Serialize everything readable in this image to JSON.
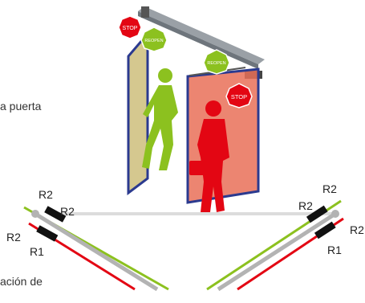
{
  "text_fragments": {
    "door_fragment": "a puerta",
    "activation_fragment": "ación de"
  },
  "signs": {
    "stop": "STOP",
    "reopen": "REOPEN"
  },
  "sensor_labels": {
    "left": {
      "r2_outer": "R2",
      "r2_inner": "R2",
      "r2_lower": "R2",
      "r1": "R1"
    },
    "right": {
      "r2_outer": "R2",
      "r2_inner": "R2",
      "r2_lower": "R2",
      "r1": "R1"
    }
  },
  "colors": {
    "green_person": "#8cc11f",
    "red_person": "#e30613",
    "door_frame": "#2b3a8f",
    "door_left_fill": "#c7b66a",
    "door_right_fill": "#e97058",
    "green_line": "#8cc11f",
    "red_line": "#e30613",
    "gray_line": "#b3b3b3",
    "sensor": "#111111"
  }
}
